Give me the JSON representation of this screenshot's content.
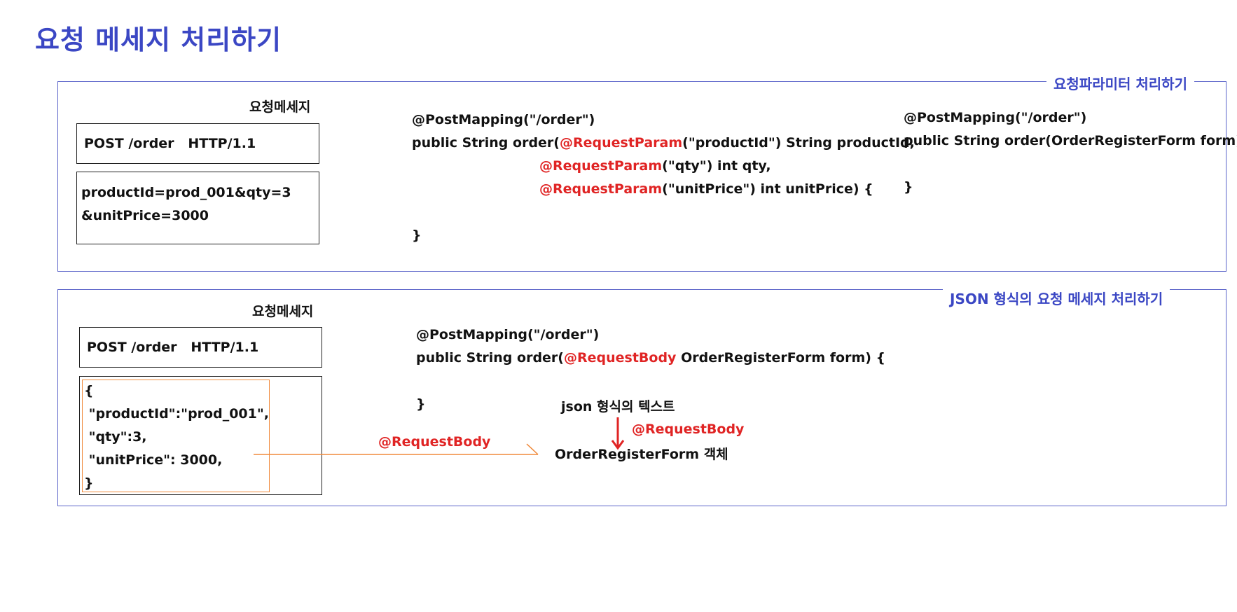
{
  "page_title": "요청 메세지 처리하기",
  "section1": {
    "label": "요청파라미터 처리하기",
    "message_label": "요청메세지",
    "request_line": "POST /order   HTTP/1.1",
    "body_lines": [
      "productId=prod_001&qty=3",
      "&unitPrice=3000"
    ],
    "code_a": {
      "line1": "@PostMapping(\"/order\")",
      "line2_prefix": "public String order(",
      "line2_ann": "@RequestParam",
      "line2_suffix": "(\"productId\") String productId,",
      "line3_ann": "@RequestParam",
      "line3_suffix": "(\"qty\") int qty,",
      "line4_ann": "@RequestParam",
      "line4_suffix": "(\"unitPrice\") int unitPrice) {",
      "line5": "}"
    },
    "code_b": {
      "line1": "@PostMapping(\"/order\")",
      "line2": "public String order(OrderRegisterForm form) {",
      "line3": "}"
    }
  },
  "section2": {
    "label": "JSON 형식의 요청 메세지 처리하기",
    "message_label": "요청메세지",
    "request_line": "POST /order   HTTP/1.1",
    "json_lines": [
      "{",
      " \"productId\":\"prod_001\",",
      " \"qty\":3,",
      " \"unitPrice\": 3000,",
      "}"
    ],
    "code": {
      "line1": "@PostMapping(\"/order\")",
      "line2_prefix": "public String order(",
      "line2_ann": "@RequestBody",
      "line2_suffix": " OrderRegisterForm form) {",
      "line3": "}"
    },
    "arrow_label": "@RequestBody",
    "json_text_label": "json 형식의 텍스트",
    "convert_label": "@RequestBody",
    "object_label": "OrderRegisterForm 객체"
  },
  "colors": {
    "accent": "#3b47c4",
    "annotation": "#e02424",
    "highlight": "#f08a3c"
  }
}
